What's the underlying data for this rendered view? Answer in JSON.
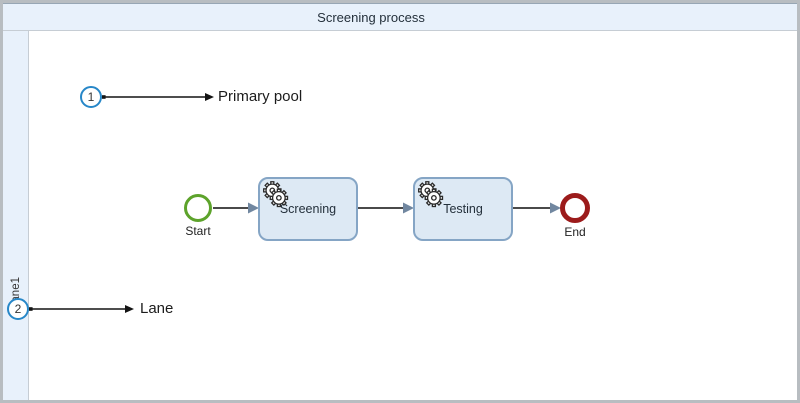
{
  "pool": {
    "title": "Screening process",
    "lane": {
      "label": "Lane1"
    }
  },
  "callouts": [
    {
      "number": "1",
      "label": "Primary pool"
    },
    {
      "number": "2",
      "label": "Lane"
    }
  ],
  "process": {
    "start_event": {
      "label": "Start"
    },
    "tasks": [
      {
        "label": "Screening",
        "icon": "service-gears-icon"
      },
      {
        "label": "Testing",
        "icon": "service-gears-icon"
      }
    ],
    "end_event": {
      "label": "End"
    }
  },
  "colors": {
    "frame_border": "#b8bdc1",
    "pool_fill": "#e8f1fb",
    "pool_border_top": "#97a6b4",
    "divider": "#c6cdd4",
    "task_fill": "#dde9f4",
    "task_border": "#85a5c5",
    "start_stroke": "#5da32b",
    "end_stroke": "#9c1b1b",
    "callout_stroke": "#2787c8",
    "flow_line": "#4a4a4a",
    "flow_arrowhead": "#7187a0",
    "annotation_line": "#141414",
    "text": "#24303b"
  }
}
